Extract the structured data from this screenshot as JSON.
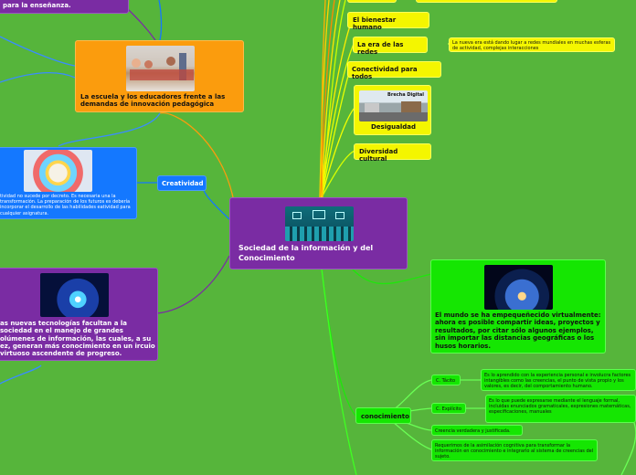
{
  "central": {
    "title": "Sociedad de la información y del Conocimiento"
  },
  "left": {
    "top_fragment": "para la enseñanza.",
    "escuela": "La escuela y los educadores frente a las demandas de innovación pedagógica",
    "creatividad_label": "Creatividad",
    "creatividad_text": "tividad no sucede por decreto.  Es necesaria una la transformación. La preparación de los futuros es debería incorporar el desarrollo de las habilidades eatividad para cualquier asignatura.",
    "tecnologias_text": "as nuevas tecnologías facultan a la sociedad en el manejo de grandes olúmenes de información, las cuales, a su ez, generan más conocimiento en un ircuio virtuoso ascendente de progreso."
  },
  "right": {
    "bienestar": "El bienestar humano",
    "era_redes": "La era de las redes",
    "era_redes_desc": "La nueva era está dando lugar a redes mundiales en muchas esferas de actividad, complejas interacciones",
    "conectividad": "Conectividad para todos",
    "desigualdad": "Desigualdad",
    "brecha_img_label": "Brecha Digital",
    "diversidad": "Diversidad cultural",
    "mundo": "El mundo se ha empequeñecido virtualmente: ahora es posible compartir ideas, proyectos y resultados, por citar sólo algunos ejemplos, sin importar las distancias geográficas o los husos horarios.",
    "conocimiento": "conocimiento",
    "tacito": "C. Tácito",
    "tacito_desc": "Es lo aprendido con la experiencia personal e involucra factores intangibles como las creencias, el punto de vista propio y los valores, es decir, del comportamiento humano.",
    "explicito": "C. Explícito",
    "explicito_desc": "Es lo que puede expresarse mediante el lenguaje formal, incluidas enunciados gramaticales, expresiones matemáticas, especificaciones, manuales",
    "creencia": "Creencia verdadera y justificada.",
    "requerimos": "Requerimos de la asimilación cognitiva para transformar la información en conocimiento e integrarlo al sistema de creencias del sujeto."
  },
  "colors": {
    "background": "#56b53b",
    "purple": "#7a2ca3",
    "orange": "#fb9c0d",
    "blue": "#1478ff",
    "yellow": "#f4f600",
    "lime": "#8fe80d",
    "green": "#15e602"
  }
}
